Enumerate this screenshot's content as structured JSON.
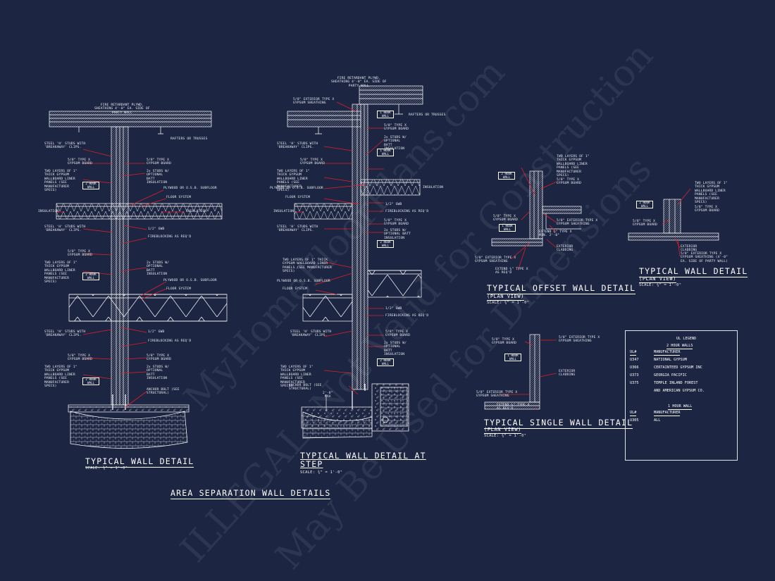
{
  "sheet": {
    "group_title": "AREA SEPARATION WALL DETAILS",
    "watermark_lines": [
      "MyHomeFloorPlans.com",
      "ILLEGAL: Not Valid for Construction",
      "May Be Used for Dimensions"
    ]
  },
  "detail1": {
    "title": "TYPICAL WALL DETAIL",
    "scale": "SCALE: ¾\" = 1'-0\"",
    "notes": {
      "fire_ply": "FIRE RETARDANT PLYWD.\nSHEATHING 4'-0\" EA. SIDE OF\nPARTY WALL",
      "rafters": "RAFTERS OR TRUSSES",
      "steel_h_1": "STEEL 'H' STUDS WITH\n'BREAKAWAY' CLIPS.",
      "gyp_l_1": "5/8\" TYPE X\nGYPSUM BOARD",
      "gyp_r_1": "5/8\" TYPE X\nGYPSUM BOARD",
      "two_layers_1": "TWO LAYERS OF 1\"\nTHICK GYPSUM\nWALLBOARD LINER\nPANELS (SEE\nMANUFACTURER\nSPECS)",
      "studs_1": "2x STUDS W/\nOPTIONAL\nBATT\nINSULATION",
      "plywood_1": "PLYWOOD OR O.S.B. SUBFLOOR",
      "floor_1": "FLOOR SYSTEM",
      "insul_l": "INSULATION",
      "insul_r": "INSULATION",
      "steel_h_2": "STEEL 'H' STUDS WITH\n'BREAKAWAY' CLIPS.",
      "gwb_1": "1/2\" GWB",
      "fireblock_1": "FIREBLOCKING AS REQ'D",
      "gyp_l_2": "5/8\" TYPE X\nGYPSUM BOARD",
      "two_layers_2": "TWO LAYERS OF 1\"\nTHICK GYPSUM\nWALLBOARD LINER\nPANELS (SEE\nMANUFACTURER\nSPECS)",
      "studs_2": "2x STUDS W/\nOPTIONAL\nBATT\nINSULATION",
      "plywood_2": "PLYWOOD OR O.S.B. SUBFLOOR",
      "floor_2": "FLOOR SYSTEM",
      "steel_h_3": "STEEL 'H' STUDS WITH\n'BREAKAWAY' CLIPS.",
      "gwb_2": "1/2\" GWB",
      "fireblock_2": "FIREBLOCKING AS REQ'D",
      "gyp_l_3": "5/8\" TYPE X\nGYPSUM BOARD",
      "gyp_r_3": "5/8\" TYPE X\nGYPSUM BOARD",
      "two_layers_3": "TWO LAYERS OF 1\"\nTHICK GYPSUM\nWALLBOARD LINER\nPANELS (SEE\nMANUFACTURER\nSPECS)",
      "studs_3": "2x STUDS W/\nOPTIONAL\nBATT\nINSULATION",
      "anchor": "ANCHOR BOLT (SEE\nSTRUCTURAL)",
      "hour_tag": "2 HOUR\nWALL"
    }
  },
  "detail2": {
    "title": "TYPICAL WALL DETAIL AT\nSTEP",
    "scale": "SCALE: ¾\" = 1'-0\"",
    "notes": {
      "fire_ply": "FIRE RETARDANT PLYWD.\nSHEATHING 4'-0\" EA. SIDE OF\nPARTY WALL",
      "ext_gyp": "5/8\" EXTERIOR TYPE X\nGYPSUM SHEATHING",
      "rafters": "RAFTERS OR TRUSSES",
      "hour1": "1 HOUR\nWALL",
      "gyp_r_1": "5/8\" TYPE X\nGYPSUM BOARD",
      "steel_h_1": "STEEL 'H' STUDS WITH\n'BREAKAWAY' CLIPS.",
      "studs_1": "2x STUDS W/\nOPTIONAL\nBATT\nINSULATION",
      "gyp_l_1": "5/8\" TYPE X\nGYPSUM BOARD",
      "two_layers_1": "TWO LAYERS OF 1\"\nTHICK GYPSUM\nWALLBOARD LINER\nPANELS (SEE\nMANUFACTURER\nSPECS)",
      "plywood_1": "PLYWOOD OR O.S.B. SUBFLOOR",
      "floor_1": "FLOOR SYSTEM",
      "insul_r": "INSULATION",
      "gwb_1": "1/2\" GWB",
      "insul_l": "INSULATION",
      "fireblock_1": "FIREBLOCKING AS REQ'D",
      "steel_h_2": "STEEL 'H' STUDS WITH\n'BREAKAWAY' CLIPS.",
      "gyp_r_2": "5/8\" TYPE X\nGYPSUM BOARD",
      "studs_2": "2x STUDS W/\nOPTIONAL BATT\nINSULATION",
      "two_layers_2": "TWO LAYERS OF 1\" THICK\nGYPSUM WALLBOARD LINER\nPANELS (SEE MANUFACTURER\nSPECS)",
      "plywood_2": "PLYWOOD OR O.S.B. SUBFLOOR",
      "floor_2": "FLOOR SYSTEM",
      "gwb_2": "1/2\" GWB",
      "fireblock_2": "FIREBLOCKING AS REQ'D",
      "steel_h_3": "STEEL 'H' STUDS WITH\n'BREAKAWAY' CLIPS.",
      "gyp_l_3": "5/8\" TYPE X\nGYPSUM BOARD",
      "studs_3": "2x STUDS W/\nOPTIONAL\nBATT\nINSULATION",
      "two_layers_3": "TWO LAYERS OF 1\"\nTHICK GYPSUM\nWALLBOARD LINER\nPANELS (SEE\nMANUFACTURER\nSPECS)",
      "anchor": "ANCHOR BOLT (SEE\nSTRUCTURAL)",
      "dim": "2'-8\"\nMAX",
      "hour2": "2 HOUR\nWALL"
    }
  },
  "detail3": {
    "title": "TYPICAL OFFSET WALL DETAIL",
    "subtitle": "(PLAN VIEW)",
    "scale": "SCALE: ¾\" = 1'-0\"",
    "notes": {
      "two_layers": "TWO LAYERS OF 1\"\nTHICK GYPSUM\nWALLBOARD LINER\nPANELS (SEE\nMANUFACTURER\nSPECS)",
      "gyp_r": "5/8\" TYPE X\nGYPSUM BOARD",
      "gyp_l": "5/8\" TYPE X\nGYPSUM BOARD",
      "ext_sheath_r": "5/8\" EXTERIOR TYPE X\nGYPSUM SHEATHING",
      "extend_1": "EXTEND ¾\" TYPE X\nMIN. 2'-0\"",
      "ext_clad": "EXTERIOR\nCLADDING",
      "ext_sheath_l": "5/8\" EXTERIOR TYPE X\nGYPSUM SHEATHING",
      "extend_2": "EXTEND ¾\" TYPE X\nAS REQ'D",
      "tag2": "2 HOUR\nWALL",
      "tag1": "1 HOUR\nWALL"
    }
  },
  "detail4": {
    "title": "TYPICAL WALL DETAIL",
    "subtitle": "(PLAN VIEW)",
    "scale": "SCALE: ¾\" = 1'-0\"",
    "notes": {
      "two_layers": "TWO LAYERS OF 1\"\nTHICK GYPSUM\nWALLBOARD LINER\nPANELS (SEE\nMANUFACTURER\nSPECS)",
      "gyp_r": "5/8\" TYPE X\nGYPSUM BOARD",
      "gyp_l": "5/8\" TYPE X\nGYPSUM BOARD",
      "ext_clad": "EXTERIOR\nCLADDING",
      "ext_sheath": "5/8\" EXTERIOR TYPE X\nGYPSUM SHEATHING (4'-0\"\nEA. SIDE OF PARTY WALL)",
      "tag": "2 HOUR\nWALL"
    }
  },
  "detail5": {
    "title": "TYPICAL SINGLE WALL DETAIL",
    "subtitle": "(PLAN VIEW)",
    "scale": "SCALE: ¾\" = 1'-0\"",
    "notes": {
      "gyp": "5/8\" TYPE X\nGYPSUM BOARD",
      "ext_sheath_r": "5/8\" EXTERIOR TYPE X\nGYPSUM SHEATHING",
      "ext_clad": "EXTERIOR\nCLADDING",
      "ext_sheath_l": "5/8\" EXTERIOR TYPE X\nGYPSUM SHEATHING",
      "extend": "EXTEND ¾\" TYPE X\nAS REQ'D",
      "tag": "1 HOUR\nWALL"
    }
  },
  "legend": {
    "title": "UL LEGEND",
    "section1": "2 HOUR WALLS",
    "col1": "UL#",
    "col2": "MANUFACTURER",
    "rows1": [
      {
        "ul": "U347",
        "mfr": "NATIONAL GYPSUM"
      },
      {
        "ul": "U366",
        "mfr": "CERTAINTEED GYPSUM INC"
      },
      {
        "ul": "U373",
        "mfr": "GEORGIA PACIFIC"
      },
      {
        "ul": "U375",
        "mfr": "TEMPLE INLAND FOREST"
      },
      {
        "ul": "",
        "mfr": "AND AMERICAN GYPSUM CO."
      }
    ],
    "section2": "1 HOUR WALL",
    "rows2": [
      {
        "ul": "U305",
        "mfr": "ALL"
      }
    ]
  },
  "colors": {
    "background": "#1c2541",
    "line": "#ffffff",
    "leader": "#e0202a",
    "hatch": "#cfd4dd"
  }
}
